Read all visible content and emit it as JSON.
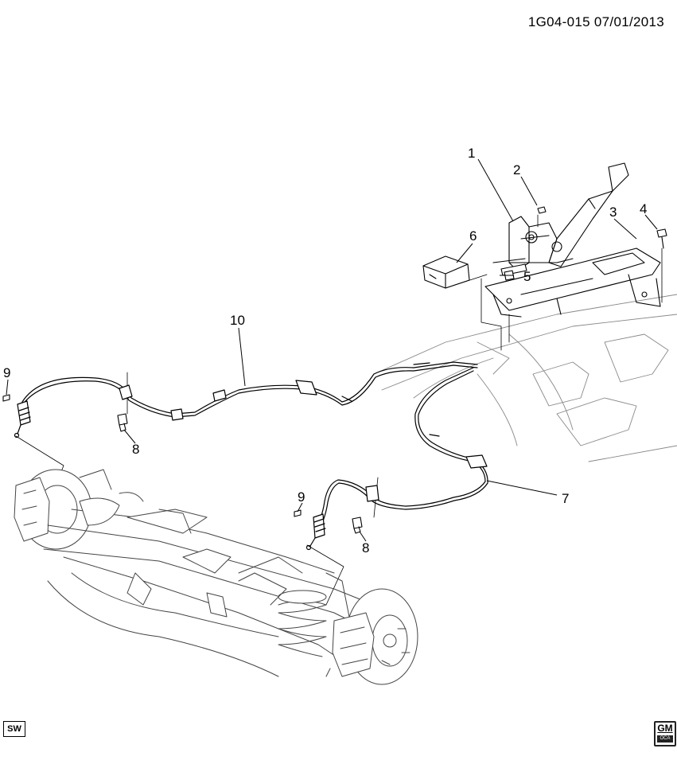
{
  "header": {
    "ref": "1G04-015  07/01/2013"
  },
  "callouts": [
    {
      "label": "1"
    },
    {
      "label": "2"
    },
    {
      "label": "3"
    },
    {
      "label": "4"
    },
    {
      "label": "5"
    },
    {
      "label": "6"
    },
    {
      "label": "7"
    },
    {
      "label": "8"
    },
    {
      "label": "8"
    },
    {
      "label": "9"
    },
    {
      "label": "9"
    },
    {
      "label": "10"
    }
  ],
  "footer": {
    "badge": "SW",
    "logo_text": "GM",
    "logo_sub": "OCA",
    "logo_icon": "gm-logo-icon"
  }
}
